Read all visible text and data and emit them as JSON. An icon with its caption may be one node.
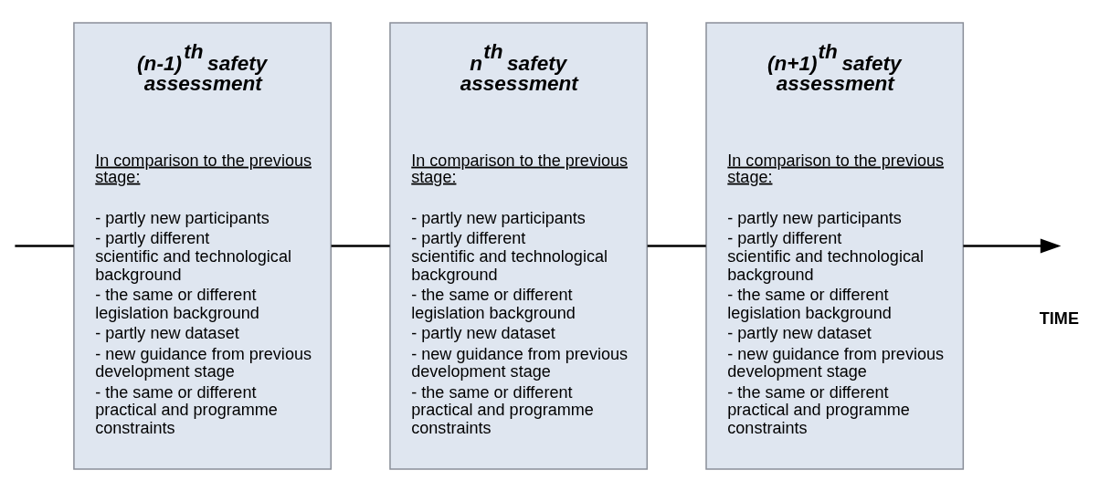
{
  "diagram": {
    "nodes": [
      {
        "text": [
          "(n-1)$^{th}$ safety assessment",
          "In comparison to the previous stage:",
          "- partly new participants",
          "- partly different scientific and technological background",
          "- the same or different legislation background",
          "- partly new dataset",
          "- new guidance from previous development stage",
          "- the same or different practical and programme constraints"
        ]
      },
      {
        "text": [
          "n$^{th}$ safety assessment",
          "In comparison to the previous stage:",
          "- partly new participants",
          "- partly different scientific and technological background",
          "- the same or different legislation background",
          "- partly new dataset",
          "- new guidance from previous development stage",
          "- the same or different practical and programme constraints"
        ]
      },
      {
        "text": [
          "(n+1)$^{th}$ safety assessment",
          "In comparison to the previous stage:",
          "- partly new participants",
          "- partly different scientific and technological background",
          "- the same or different legislation background",
          "- partly new dataset",
          "- new guidance from previous development stage",
          "- the same or different practical and programme constraints"
        ]
      }
    ],
    "edges": [
      {
        "from": null,
        "to": 0,
        "arrow": "none"
      },
      {
        "from": 0,
        "to": 1,
        "arrow": "none"
      },
      {
        "from": 1,
        "to": 2,
        "arrow": "none"
      },
      {
        "from": 2,
        "to": null,
        "arrow": "to"
      }
    ],
    "labels": [
      "TIME"
    ]
  }
}
